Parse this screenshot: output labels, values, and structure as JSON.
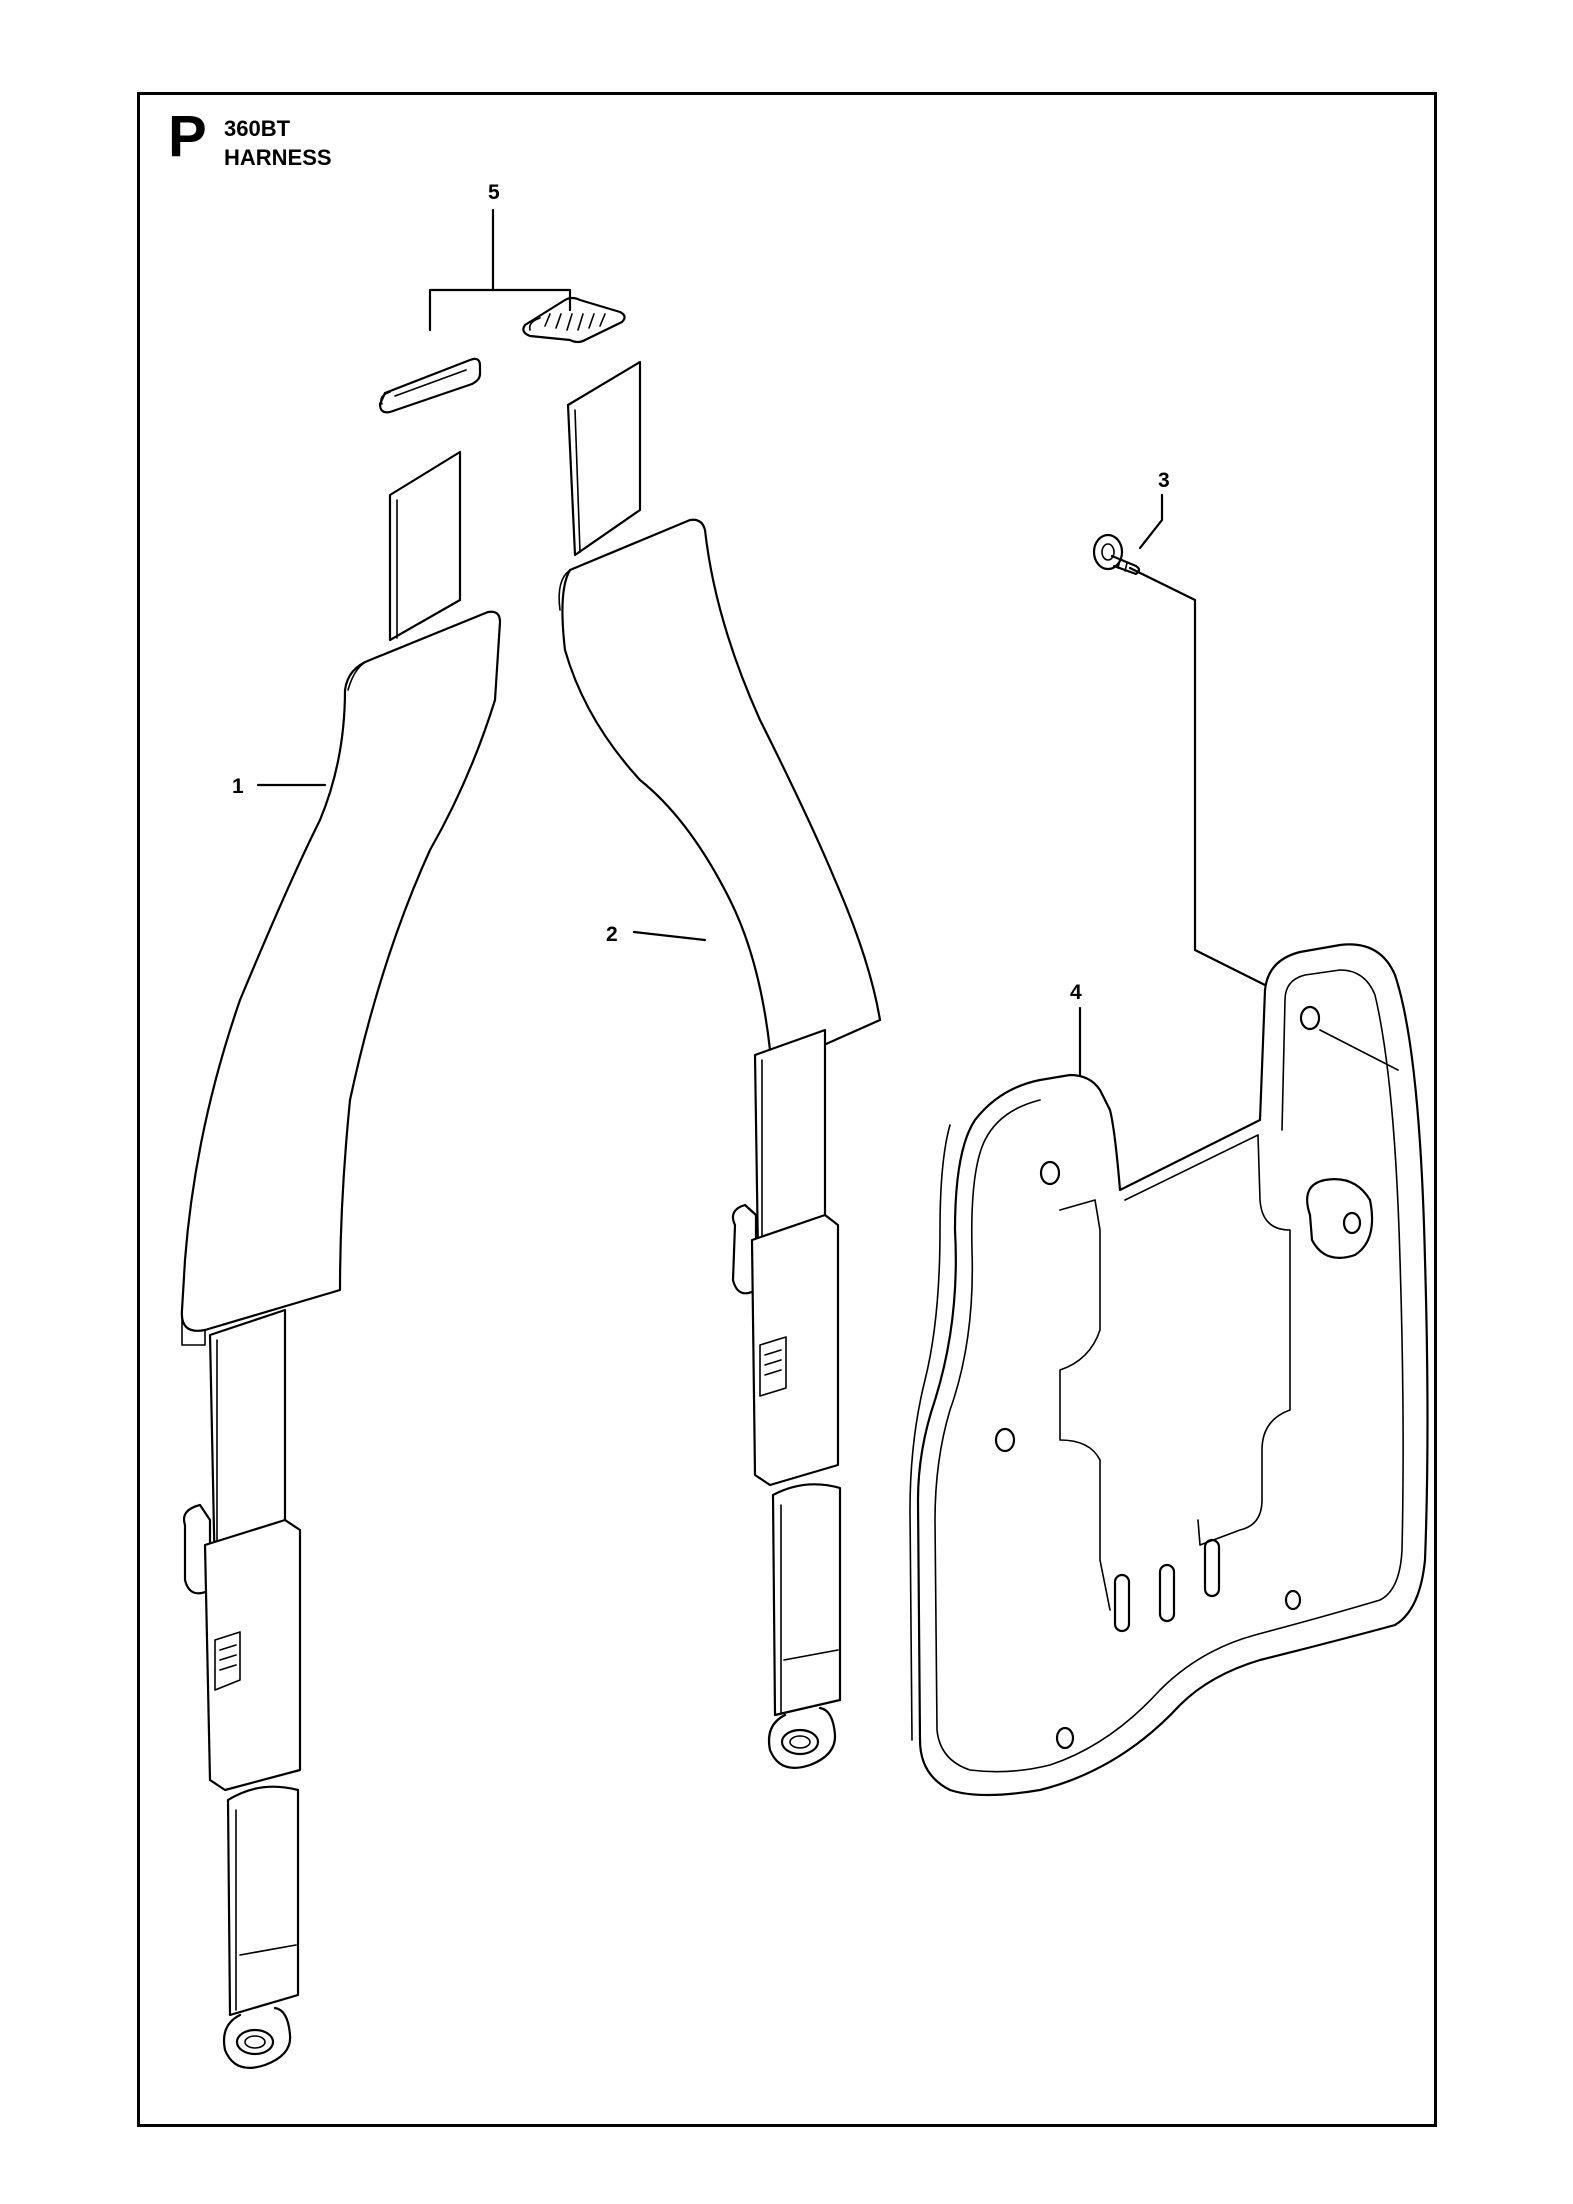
{
  "header": {
    "section_letter": "P",
    "model": "360BT",
    "title": "HARNESS"
  },
  "callouts": [
    {
      "id": "1",
      "label": "1"
    },
    {
      "id": "2",
      "label": "2"
    },
    {
      "id": "3",
      "label": "3"
    },
    {
      "id": "4",
      "label": "4"
    },
    {
      "id": "5",
      "label": "5"
    }
  ],
  "colors": {
    "line": "#000000",
    "background": "#ffffff"
  }
}
